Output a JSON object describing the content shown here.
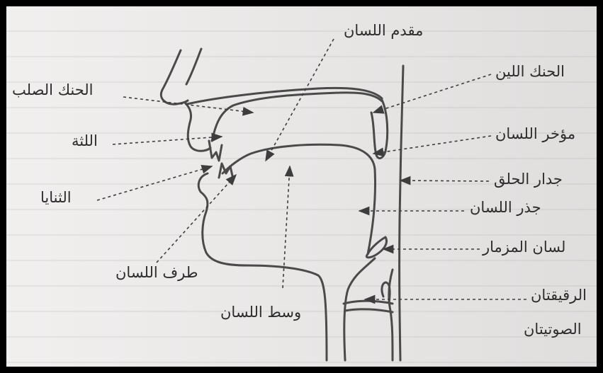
{
  "labels": {
    "hard_palate": "الحنك الصلب",
    "alveolar_ridge": "اللثة",
    "incisors": "الثنايا",
    "tongue_tip": "طرف اللسان",
    "tongue_middle": "وسط اللسان",
    "tongue_front": "مقدم اللسان",
    "soft_palate": "الحنك اللين",
    "tongue_back": "مؤخر اللسان",
    "pharynx_wall": "جدار الحلق",
    "tongue_root": "جذر اللسان",
    "epiglottis": "لسان المزمار",
    "vocal_cords_1": "الرقيقتان",
    "vocal_cords_2": "الصوتيتان"
  }
}
